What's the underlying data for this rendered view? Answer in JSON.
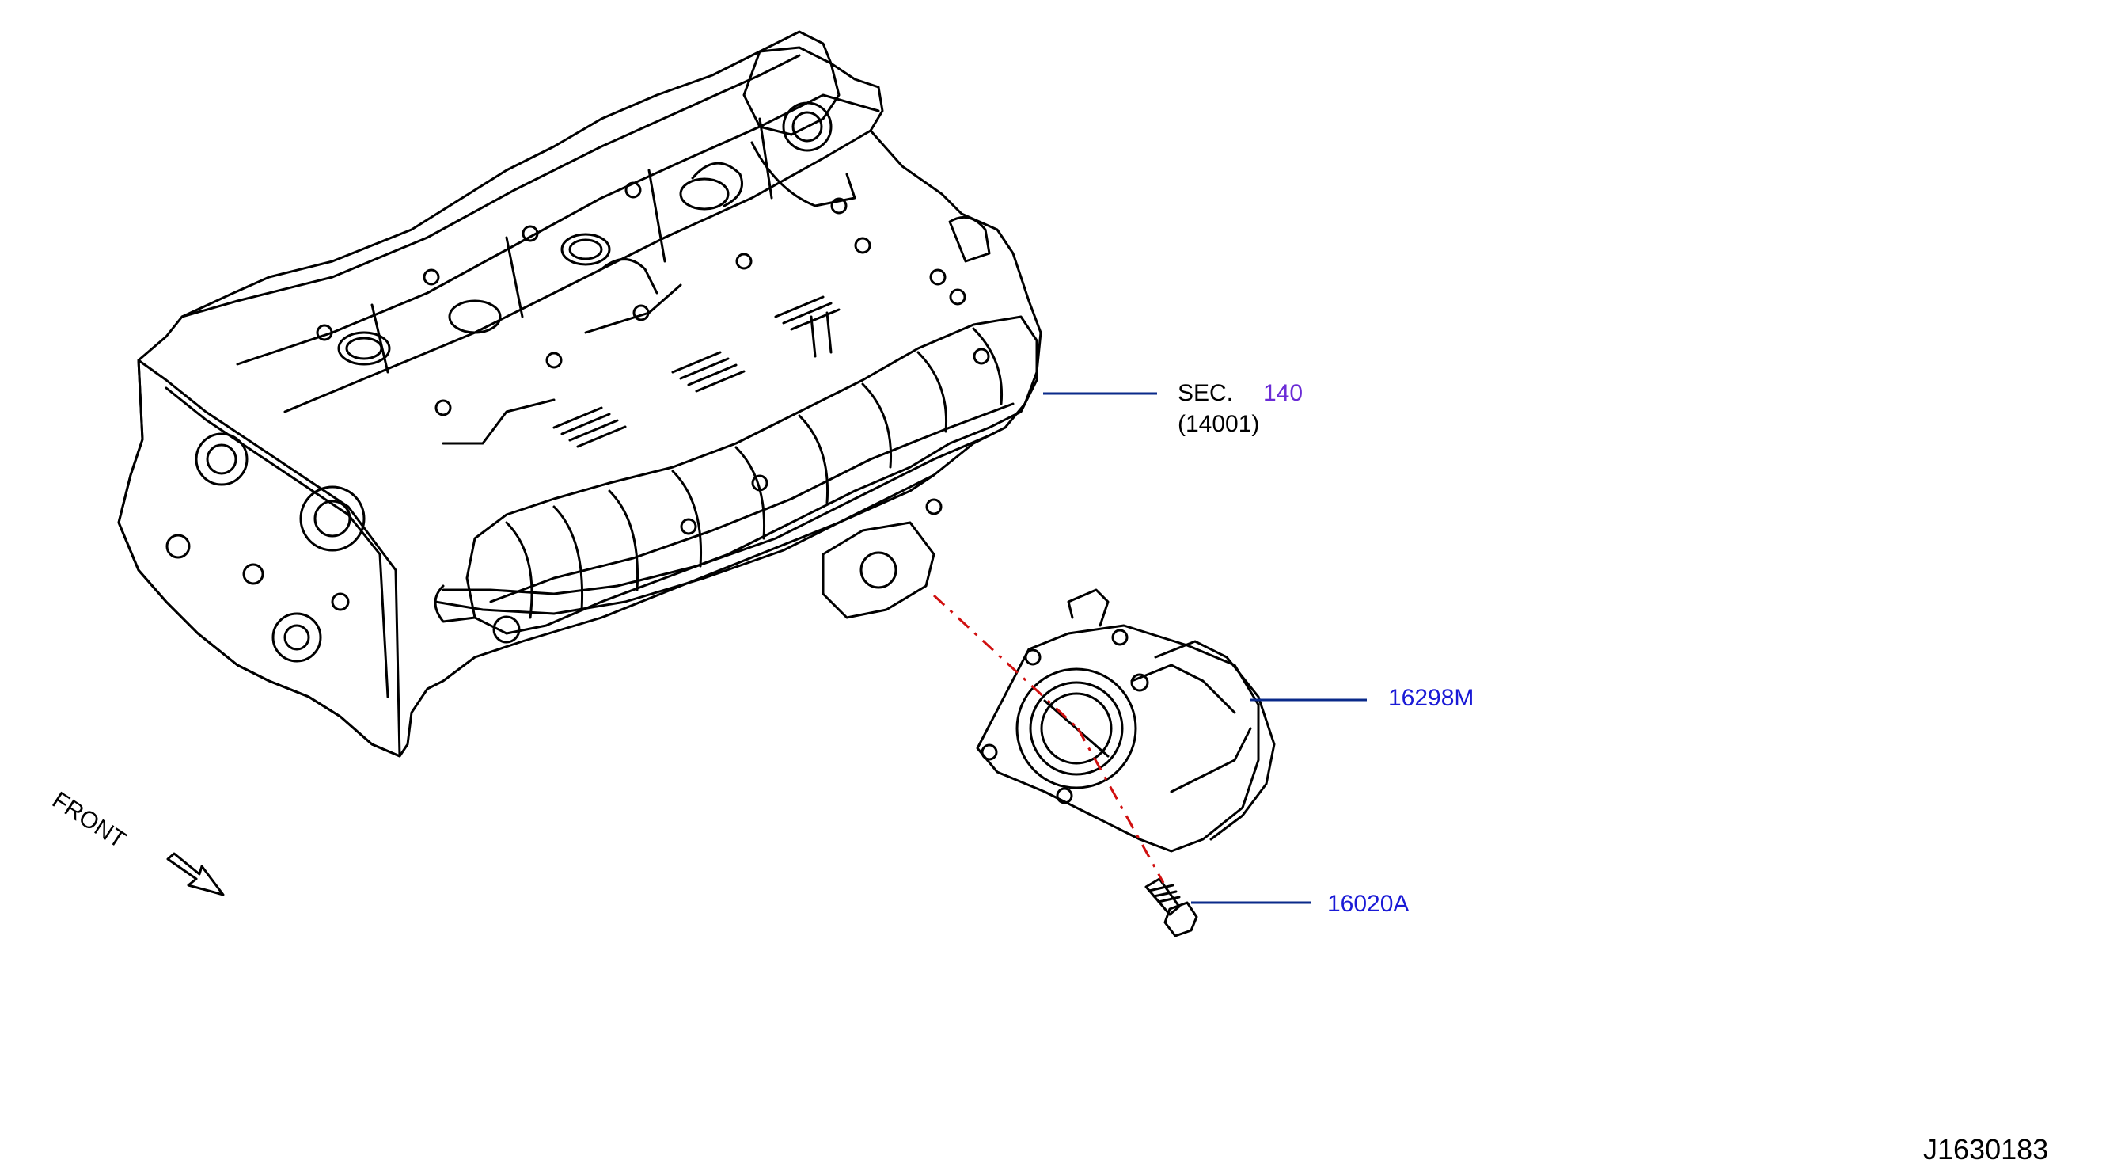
{
  "labels": {
    "sec_prefix": "SEC.",
    "sec_number": "140",
    "sec_sub": "(14001)",
    "part_throttle": "16298M",
    "part_bolt": "16020A",
    "front": "FRONT",
    "illustration_id": "J1630183"
  },
  "colors": {
    "link": "#1a1ad6",
    "sec_link": "#6a2ad6",
    "leader": "#0a2a8a",
    "dash": "#d01010",
    "ink": "#000000"
  }
}
